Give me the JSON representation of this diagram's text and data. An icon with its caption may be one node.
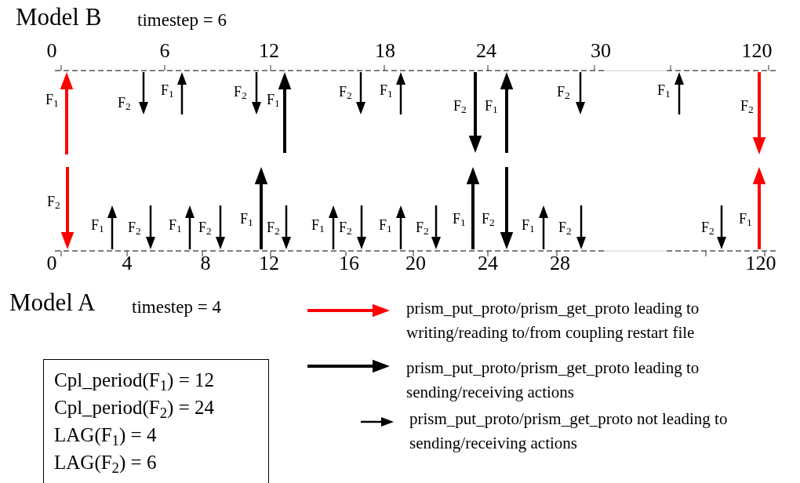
{
  "diagram": {
    "nodes": [
      {
        "text": [
          "Cpl_period(F$_{1}$) = 12",
          "Cpl_period(F$_{2}$) = 24",
          "LAG(F$_{1}$) = 4",
          "LAG(F$_{2}$) = 6"
        ]
      }
    ],
    "labels": [
      "Model B",
      "timestep = 6",
      "0",
      "6",
      "12",
      "18",
      "24",
      "30",
      "120",
      "F$_{1}$",
      "F$_{2}$",
      "F$_{1}$",
      "F$_{2}$",
      "F$_{1}$",
      "F$_{2}$",
      "F$_{1}$",
      "F$_{2}$",
      "F$_{1}$",
      "F$_{2}$",
      "F$_{1}$",
      "F$_{2}$",
      "F$_{2}$",
      "F$_{1}$",
      "F$_{2}$",
      "F$_{1}$",
      "F$_{2}$",
      "F$_{1}$",
      "F$_{2}$",
      "F$_{1}$",
      "F$_{2}$",
      "F$_{1}$",
      "F$_{2}$",
      "F$_{1}$",
      "F$_{2}$",
      "F$_{1}$",
      "F$_{2}$",
      "F$_{2}$",
      "F$_{1}$",
      "0",
      "4",
      "8",
      "12",
      "16",
      "20",
      "24",
      "28",
      "120",
      "Model A",
      "timestep = 4"
    ],
    "legend": [
      {
        "text": "prism_put_proto/prism_get_proto leading to writing/reading to/from coupling restart file"
      },
      {
        "text": "prism_put_proto/prism_get_proto leading to sending/receiving actions"
      },
      {
        "text": "prism_put_proto/prism_get_proto not leading to sending/receiving actions"
      }
    ]
  }
}
